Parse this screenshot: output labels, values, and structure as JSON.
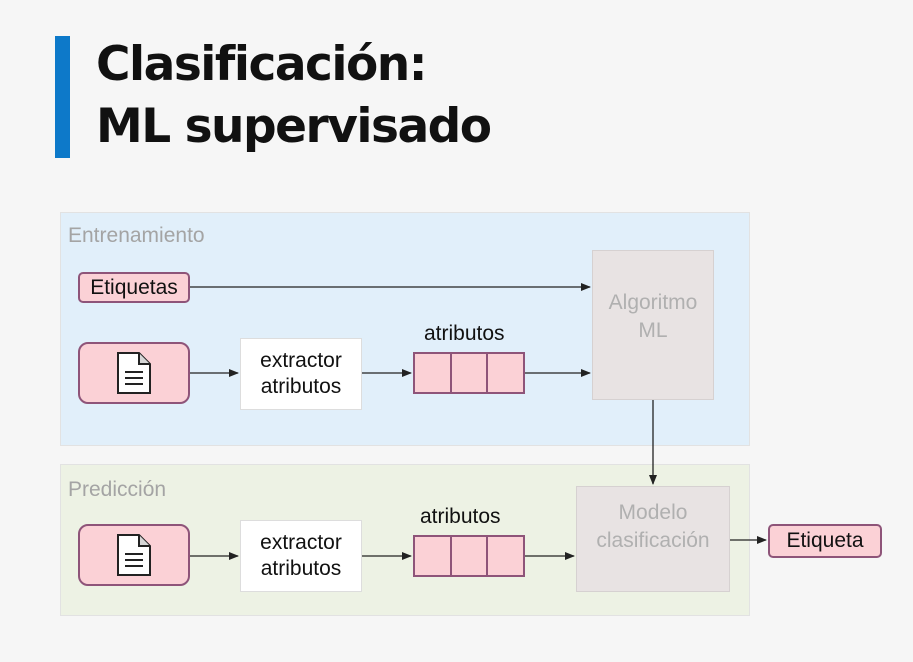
{
  "title": {
    "line1": "Clasificación:",
    "line2": "ML supervisado"
  },
  "colors": {
    "accent": "#0d79c9",
    "training_bg": "#e1effa",
    "prediction_bg": "#edf2e4",
    "data_fill": "#fbd1d6",
    "data_border": "#8e5479",
    "model_fill": "#e8e3e3"
  },
  "training": {
    "label": "Entrenamiento",
    "labels_box": "Etiquetas",
    "document_icon": "document-icon",
    "extractor": {
      "line1": "extractor",
      "line2": "atributos"
    },
    "features_label": "atributos",
    "algorithm": {
      "line1": "Algoritmo",
      "line2": "ML"
    }
  },
  "prediction": {
    "label": "Predicción",
    "document_icon": "document-icon",
    "extractor": {
      "line1": "extractor",
      "line2": "atributos"
    },
    "features_label": "atributos",
    "model": {
      "line1": "Modelo",
      "line2": "clasificación"
    },
    "output_label": "Etiqueta"
  }
}
